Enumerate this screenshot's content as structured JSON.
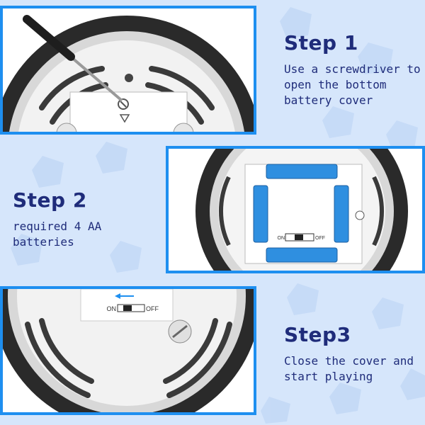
{
  "steps": [
    {
      "title": "Step 1",
      "description": "Use a screwdriver to open the bottom battery cover"
    },
    {
      "title": "Step 2",
      "description": "required 4 AA batteries"
    },
    {
      "title": "Step3",
      "description": "Close the cover and start playing"
    }
  ],
  "switch": {
    "on_label": "ON",
    "off_label": "OFF"
  },
  "colors": {
    "frame_border": "#1e8ff0",
    "title_text": "#1f2c7a",
    "background": "#d6e6fb",
    "battery": "#2f8fe0"
  }
}
